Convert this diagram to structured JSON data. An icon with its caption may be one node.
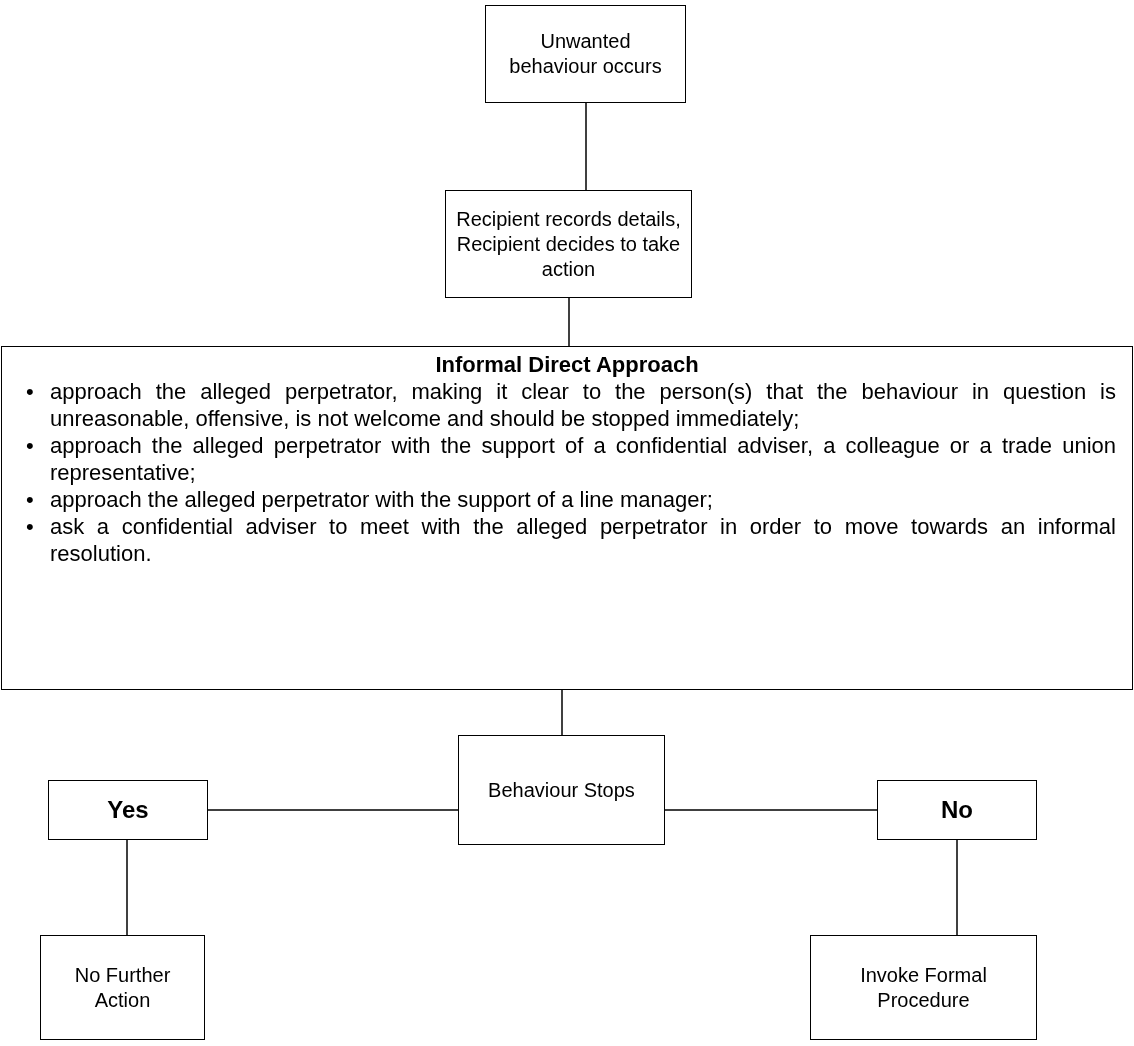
{
  "diagram": {
    "nodes": [
      {
        "text": [
          "Unwanted behaviour occurs"
        ]
      },
      {
        "text": [
          "Recipient records details, Recipient decides to take action"
        ]
      },
      {
        "text": [
          "Informal Direct Approach",
          "approach the alleged perpetrator, making it clear to the person(s) that the behaviour in question is unreasonable, offensive, is not welcome and should be stopped immediately;",
          "approach the alleged perpetrator with the support of a confidential adviser, a colleague or a trade union representative;",
          "approach the alleged perpetrator with the support of a line manager;",
          "ask a confidential adviser to meet with the alleged perpetrator in order to move towards an informal resolution."
        ]
      },
      {
        "text": [
          "Behaviour Stops"
        ]
      },
      {
        "text": [
          "Yes"
        ]
      },
      {
        "text": [
          "No"
        ]
      },
      {
        "text": [
          "No Further Action"
        ]
      },
      {
        "text": [
          "Invoke Formal Procedure"
        ]
      }
    ],
    "edges": [
      {
        "from": 0,
        "to": 1,
        "arrow": "none"
      },
      {
        "from": 1,
        "to": 2,
        "arrow": "none"
      },
      {
        "from": 2,
        "to": 3,
        "arrow": "none"
      },
      {
        "from": 3,
        "to": 4,
        "arrow": "none"
      },
      {
        "from": 3,
        "to": 5,
        "arrow": "none"
      },
      {
        "from": 4,
        "to": 6,
        "arrow": "none"
      },
      {
        "from": 5,
        "to": 7,
        "arrow": "none"
      }
    ],
    "labels": [
      "•",
      "•",
      "•",
      "•"
    ]
  }
}
